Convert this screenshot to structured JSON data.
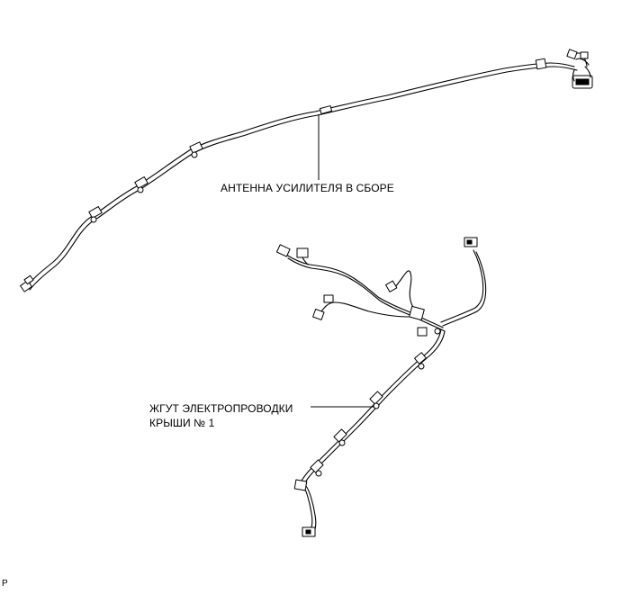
{
  "labels": {
    "antenna": "АНТЕННА УСИЛИТЕЛЯ В СБОРЕ",
    "harness_line1": "ЖГУТ ЭЛЕКТРОПРОВОДКИ",
    "harness_line2": "КРЫШИ № 1",
    "figure_code": "P"
  },
  "colors": {
    "line": "#000000",
    "background": "#ffffff"
  }
}
